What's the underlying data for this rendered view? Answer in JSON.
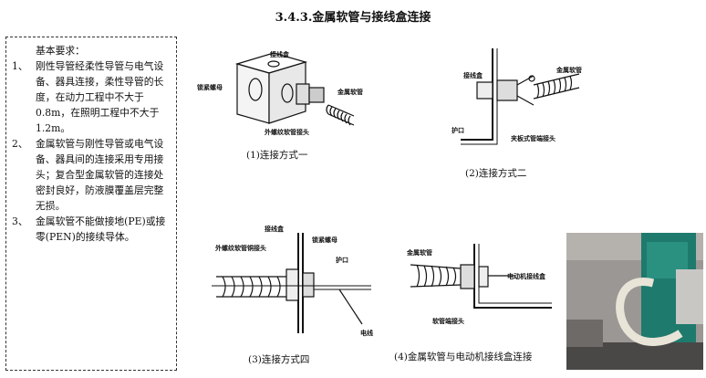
{
  "title": "3.4.3.金属软管与接线盒连接",
  "requirements": {
    "heading": "基本要求：",
    "items": [
      {
        "num": "1、",
        "text": "刚性导管经柔性导管与电气设备、器具连接，柔性导管的长度，在动力工程中不大于0.8m，在照明工程中不大于1.2m。"
      },
      {
        "num": "2、",
        "text": "金属软管与刚性导管或电气设备、器具间的连接采用专用接头；复合型金属软管的连接处密封良好，防液膜覆盖层完整无损。"
      },
      {
        "num": "3、",
        "text": "金属软管不能做接地(PE)或接零(PEN)的接续导体。"
      }
    ]
  },
  "figures": {
    "fig1": {
      "caption": "(1)连接方式一",
      "labels": {
        "box": "接线盒",
        "locknut": "锁紧螺母",
        "hose": "金属软管",
        "connector": "外螺纹软管接头"
      }
    },
    "fig2": {
      "caption": "(2)连接方式二",
      "labels": {
        "box": "接线盒",
        "hose": "金属软管",
        "guard": "护口",
        "clamp": "夹板式管端接头"
      }
    },
    "fig3": {
      "caption": "(3)连接方式四",
      "labels": {
        "box": "接线盒",
        "connector": "外螺纹软管铜接头",
        "locknut": "锁紧螺母",
        "guard": "护口",
        "wire": "电线"
      }
    },
    "fig4": {
      "caption": "(4)金属软管与电动机接线盒连接",
      "labels": {
        "hose": "金属软管",
        "motorbox": "电动机接线盒",
        "endconn": "软管端接头"
      }
    }
  },
  "photo": {
    "alt": "现场照片"
  }
}
